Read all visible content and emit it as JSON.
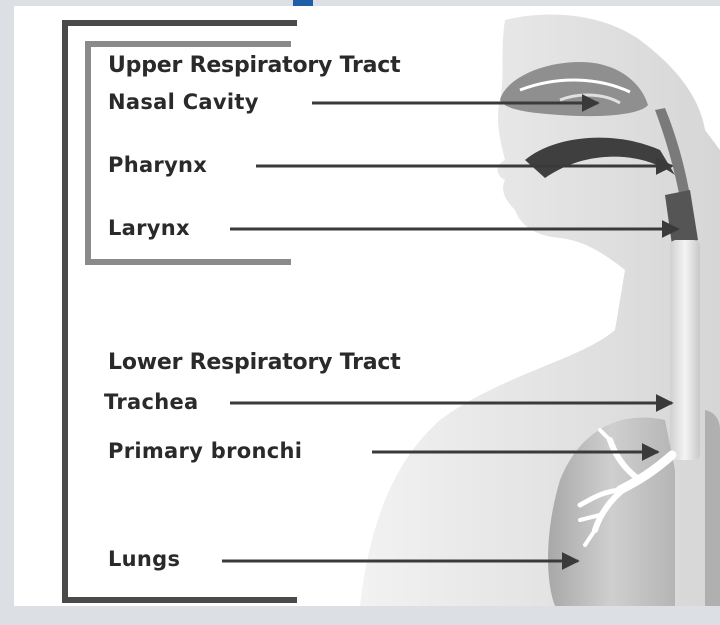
{
  "diagram": {
    "colors": {
      "background": "#ffffff",
      "frame": "#dcdfe3",
      "outer_bracket": "#4a4a4a",
      "inner_bracket": "#8a8a8a",
      "text": "#2a2a2a",
      "arrow": "#3a3a3a",
      "accent": "#1f5fa8"
    },
    "upper": {
      "heading": "Upper Respiratory Tract",
      "items": [
        "Nasal Cavity",
        "Pharynx",
        "Larynx"
      ]
    },
    "lower": {
      "heading": "Lower Respiratory Tract",
      "items": [
        "Trachea",
        "Primary bronchi",
        "Lungs"
      ]
    }
  }
}
